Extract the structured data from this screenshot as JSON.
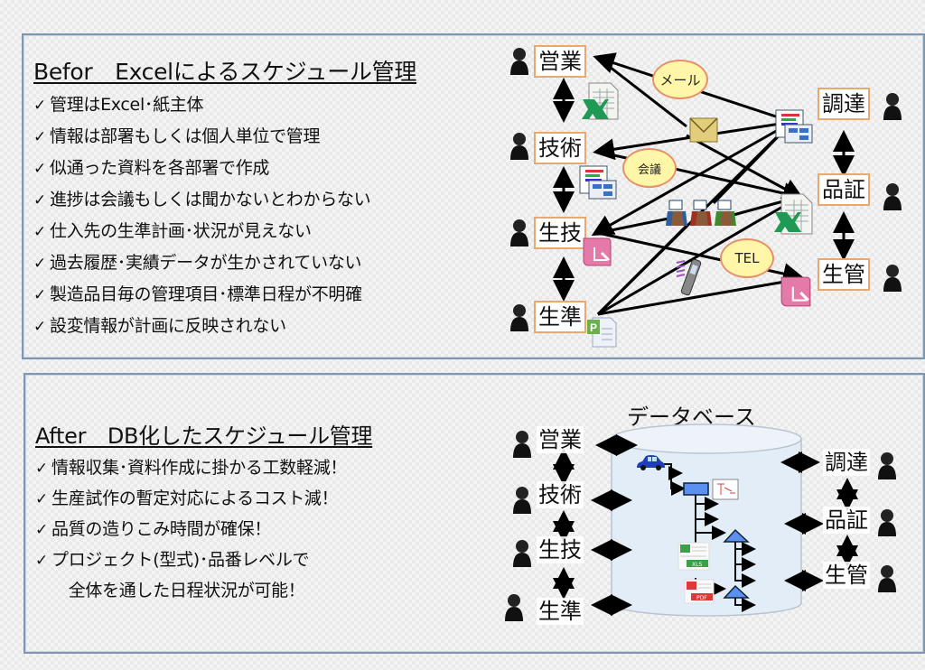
{
  "before": {
    "heading": "Befor　Excelによるスケジュール管理",
    "check": "✓",
    "bullets": [
      "管理はExcel･紙主体",
      "情報は部署もしくは個人単位で管理",
      "似通った資料を各部署で作成",
      "進捗は会議もしくは聞かないとわからない",
      "仕入先の生準計画･状況が見えない",
      "過去履歴･実績データが生かされていない",
      "製造品目毎の管理項目･標準日程が不明確",
      "設変情報が計画に反映されない"
    ],
    "departments_left": [
      "営業",
      "技術",
      "生技",
      "生準"
    ],
    "departments_right": [
      "調達",
      "品証",
      "生管"
    ],
    "bubbles": {
      "mail": "メール",
      "meeting": "会議",
      "tel": "TEL"
    }
  },
  "after": {
    "heading": "After　DB化したスケジュール管理",
    "check": "✓",
    "bullets": [
      "情報収集･資料作成に掛かる工数軽減！",
      "生産試作の暫定対応によるコスト減！",
      "品質の造りこみ時間が確保！",
      "プロジェクト(型式)･品番レベルで",
      "　全体を通した日程状況が可能！"
    ],
    "database_label": "データベース",
    "departments_left": [
      "営業",
      "技術",
      "生技",
      "生準"
    ],
    "departments_right": [
      "調達",
      "品証",
      "生管"
    ],
    "file_labels": {
      "xls": "XLS",
      "pdf": "PDF"
    }
  },
  "colors": {
    "panel_border": "#7f96b0",
    "dept_border": "#e8a86e",
    "bubble_fill": "#fff6a8",
    "bubble_border": "#e4926a",
    "db_fill": "#e3edf7",
    "node_blue": "#5b8ff0"
  }
}
